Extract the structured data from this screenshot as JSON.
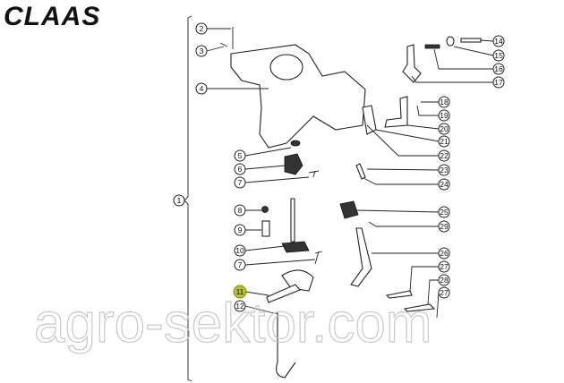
{
  "logo": "CLAAS",
  "watermark": "agro-sektor.com",
  "highlight_color": "#b5c42a",
  "callouts": {
    "group": "1",
    "left": [
      "2",
      "3",
      "4",
      "5",
      "6",
      "7",
      "8",
      "9",
      "10",
      "7",
      "11",
      "12"
    ],
    "right_top": [
      "14",
      "15",
      "16",
      "17"
    ],
    "right": [
      "18",
      "19",
      "20",
      "21",
      "22",
      "23",
      "24",
      "25",
      "29",
      "26",
      "27",
      "28",
      "27"
    ]
  },
  "highlighted_callout": "11"
}
